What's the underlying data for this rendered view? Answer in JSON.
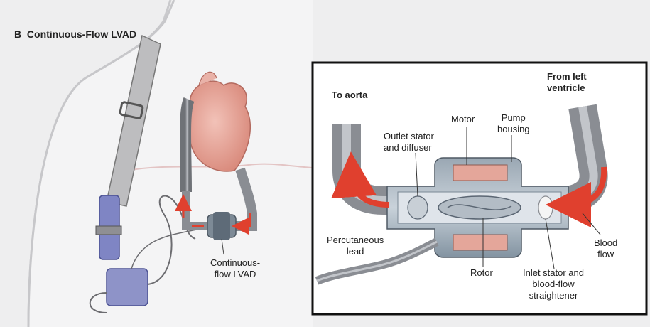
{
  "figure": {
    "panel_letter": "B",
    "title": "Continuous-Flow LVAD"
  },
  "labels": {
    "device": "Continuous-\nflow LVAD",
    "to_aorta": "To aorta",
    "from_left_ventricle": "From left\nventricle",
    "motor": "Motor",
    "pump_housing": "Pump\nhousing",
    "outlet_stator": "Outlet stator\nand diffuser",
    "percutaneous_lead": "Percutaneous\nlead",
    "rotor": "Rotor",
    "inlet_stator": "Inlet stator and\nblood-flow\nstraightener",
    "blood_flow": "Blood\nflow"
  },
  "colors": {
    "background": "#eeeeef",
    "skin_outline": "#c9c9cc",
    "heart": "#e8a9a0",
    "tube": "#8a8d93",
    "flow_arrow": "#e0402e",
    "motor": "#e4a69a",
    "controller": "#8e93c8",
    "inset_border": "#111111"
  }
}
